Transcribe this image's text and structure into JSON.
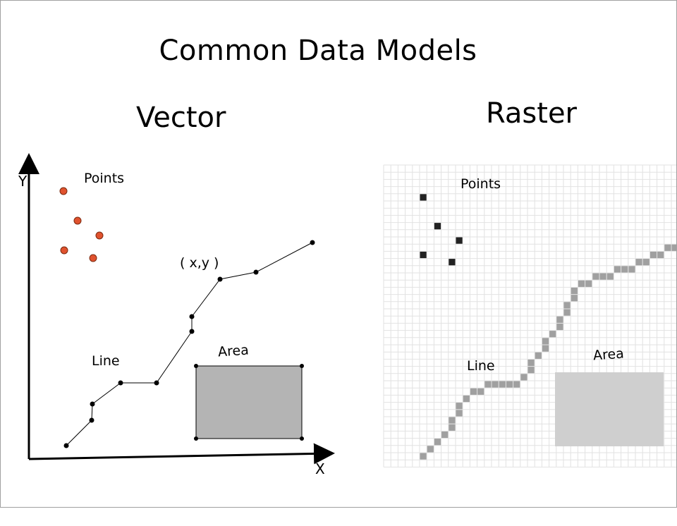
{
  "title": "Common Data Models",
  "vector": {
    "heading": "Vector",
    "points_label": "Points",
    "coord_label": "( x,y )",
    "line_label": "Line",
    "area_label": "Area",
    "y_axis_label": "Y",
    "x_axis_label": "X"
  },
  "raster": {
    "heading": "Raster",
    "points_label": "Points",
    "line_label": "Line",
    "area_label": "Area"
  },
  "colors": {
    "point_fill": "#e0522e",
    "area_fill": "#b4b4b4",
    "raster_line": "#a0a0a0",
    "raster_area": "#cfcfcf",
    "grid": "#e2e2e2"
  }
}
